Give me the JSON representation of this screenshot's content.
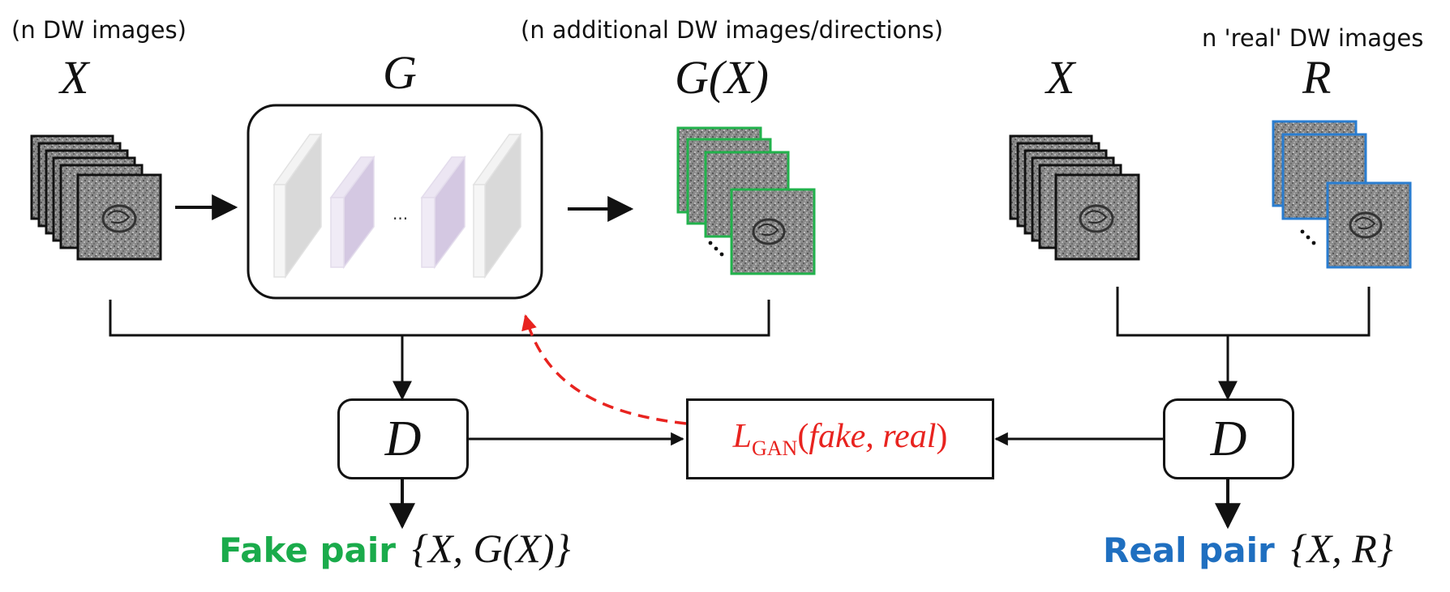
{
  "annotations": {
    "input_note": "(n DW images)",
    "generated_note": "(n additional DW images/directions)",
    "real_note": "n 'real' DW images"
  },
  "symbols": {
    "input_left": "X",
    "generator": "G",
    "generated": "G(X)",
    "input_right": "X",
    "real": "R"
  },
  "nodes": {
    "discriminator_left": "D",
    "discriminator_right": "D",
    "generator_ellipsis": "...",
    "loss_main": "L",
    "loss_sub": "GAN",
    "loss_args": "(fake, real)"
  },
  "pairs": {
    "fake_label": "Fake pair",
    "fake_set": "{X, G(X)}",
    "real_label": "Real pair",
    "real_set": "{X, R}"
  },
  "colors": {
    "fake": "#1aab4b",
    "real": "#1f6fc0",
    "loss": "#e8231f",
    "frame_black": "#111111",
    "frame_green": "#22b24c",
    "frame_blue": "#2a7dd0",
    "layer_gray": "#d9d9d9",
    "layer_purple": "#d4c8e2"
  },
  "icons": [
    "mri-slice-stack",
    "arrow-right",
    "arrow-down",
    "dashed-feedback-arrow"
  ]
}
